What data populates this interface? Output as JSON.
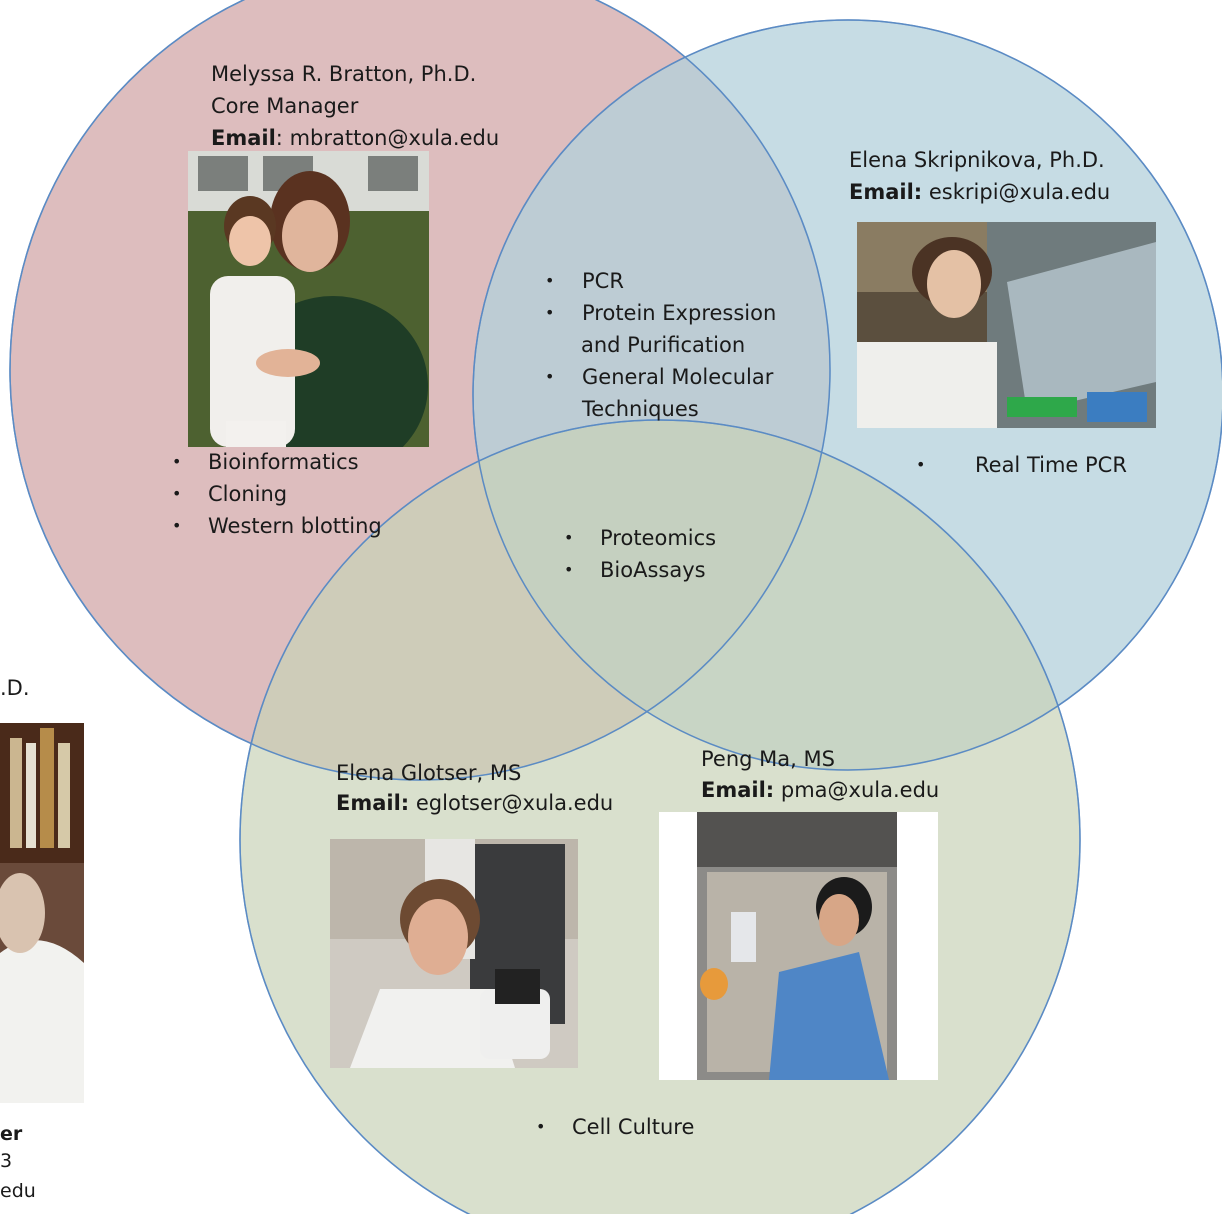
{
  "colors": {
    "circle_red": "#d8b2b3",
    "circle_blue": "#b3d1dc",
    "circle_green": "#c9d3b8",
    "circle_stroke": "#5b8bc4"
  },
  "top_person": {
    "name": "Melyssa R. Bratton, Ph.D.",
    "role": "Core Manager",
    "email_label": "Email",
    "email_sep": ":",
    "email": "mbratton@xula.edu"
  },
  "right_person": {
    "name": "Elena Skripnikova, Ph.D.",
    "email_label": "Email:",
    "email": "eskripi@xula.edu"
  },
  "bottom_left_person": {
    "name": "Elena Glotser, MS",
    "email_label": "Email:",
    "email": "eglotser@xula.edu"
  },
  "bottom_right_person": {
    "name": "Peng Ma, MS",
    "email_label": "Email:",
    "email": "pma@xula.edu"
  },
  "partial_left": {
    "title_fragment": ".D.",
    "role_fragment": "er",
    "line2_fragment": "3",
    "email_fragment": "edu"
  },
  "services": {
    "red_only": [
      "Bioinformatics",
      "Cloning",
      "Western blotting"
    ],
    "red_blue": [
      "PCR",
      "Protein Expression",
      "and Purification",
      "General Molecular",
      "Techniques"
    ],
    "blue_only": [
      "Real Time PCR"
    ],
    "center": [
      "Proteomics",
      "BioAssays"
    ],
    "green_only": [
      "Cell Culture"
    ]
  },
  "icons": {
    "photo_bratton": "portrait-photo-icon",
    "photo_skripnikova": "lab-portrait-photo-icon",
    "photo_glotser": "microscope-portrait-photo-icon",
    "photo_ma": "pipette-portrait-photo-icon",
    "photo_partial": "bookshelf-portrait-photo-icon"
  }
}
